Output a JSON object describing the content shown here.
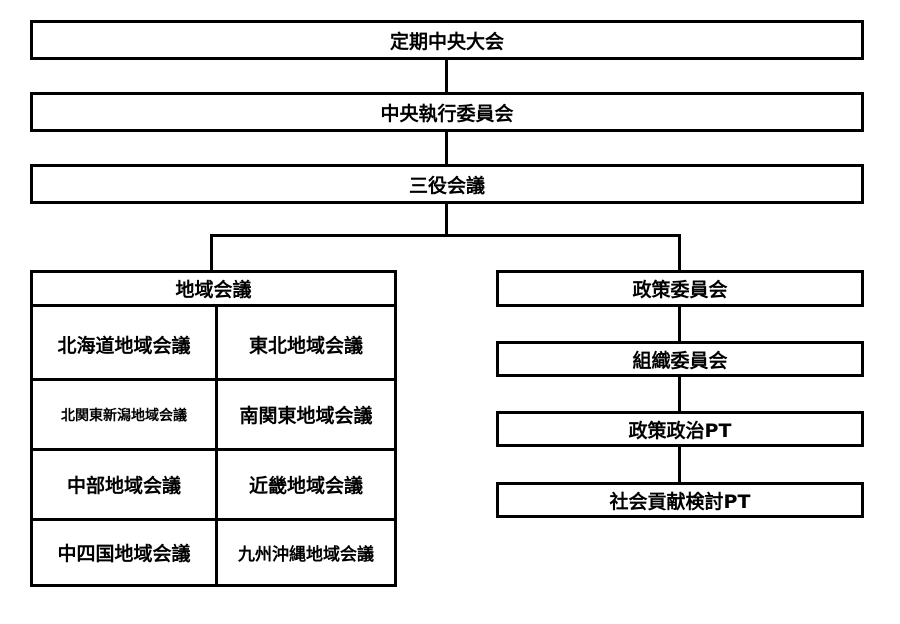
{
  "top": {
    "convention": "定期中央大会",
    "executive": "中央執行委員会",
    "three_officers": "三役会議"
  },
  "regional": {
    "title": "地域会議",
    "cells": [
      "北海道地域会議",
      "東北地域会議",
      "北関東新潟地域会議",
      "南関東地域会議",
      "中部地域会議",
      "近畿地域会議",
      "中四国地域会議",
      "九州沖縄地域会議"
    ]
  },
  "committees": [
    "政策委員会",
    "組織委員会",
    "政策政治PT",
    "社会貢献検討PT"
  ]
}
